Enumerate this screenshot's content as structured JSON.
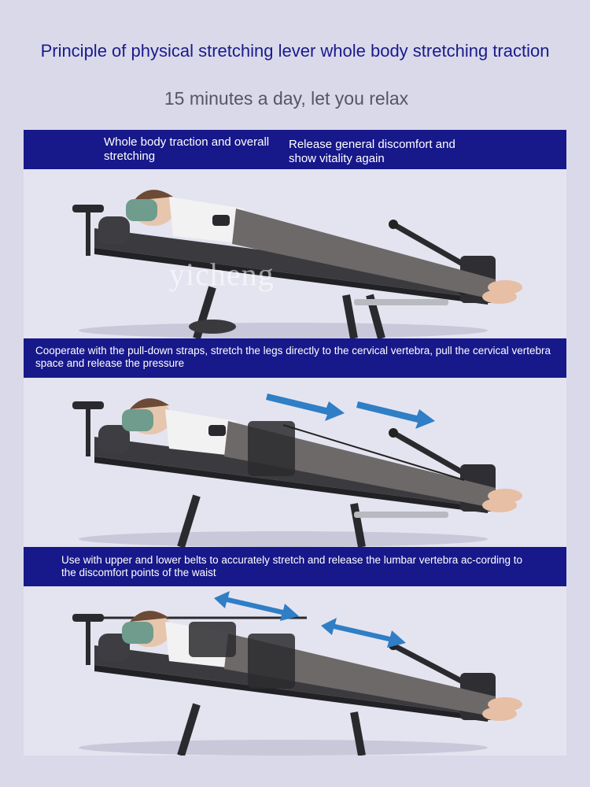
{
  "header": {
    "title": "Principle of physical stretching lever whole body stretching traction",
    "subtitle": "15 minutes a day, let you relax"
  },
  "section1": {
    "left_text": "Whole body traction and overall stretching",
    "right_text": "Release general discomfort and show vitality again"
  },
  "section2": {
    "text": "Cooperate with the pull-down straps, stretch the legs directly to the cervical vertebra, pull the cervical vertebra space and release the pressure"
  },
  "section3": {
    "text": "Use with upper and lower belts to accurately stretch and release the lumbar vertebra ac-cording to the discomfort points of the waist"
  },
  "watermark": "yicheng",
  "colors": {
    "band": "#17188a",
    "title": "#1a1a8c",
    "arrow": "#2f7ec6",
    "background": "#d9d9ea"
  }
}
